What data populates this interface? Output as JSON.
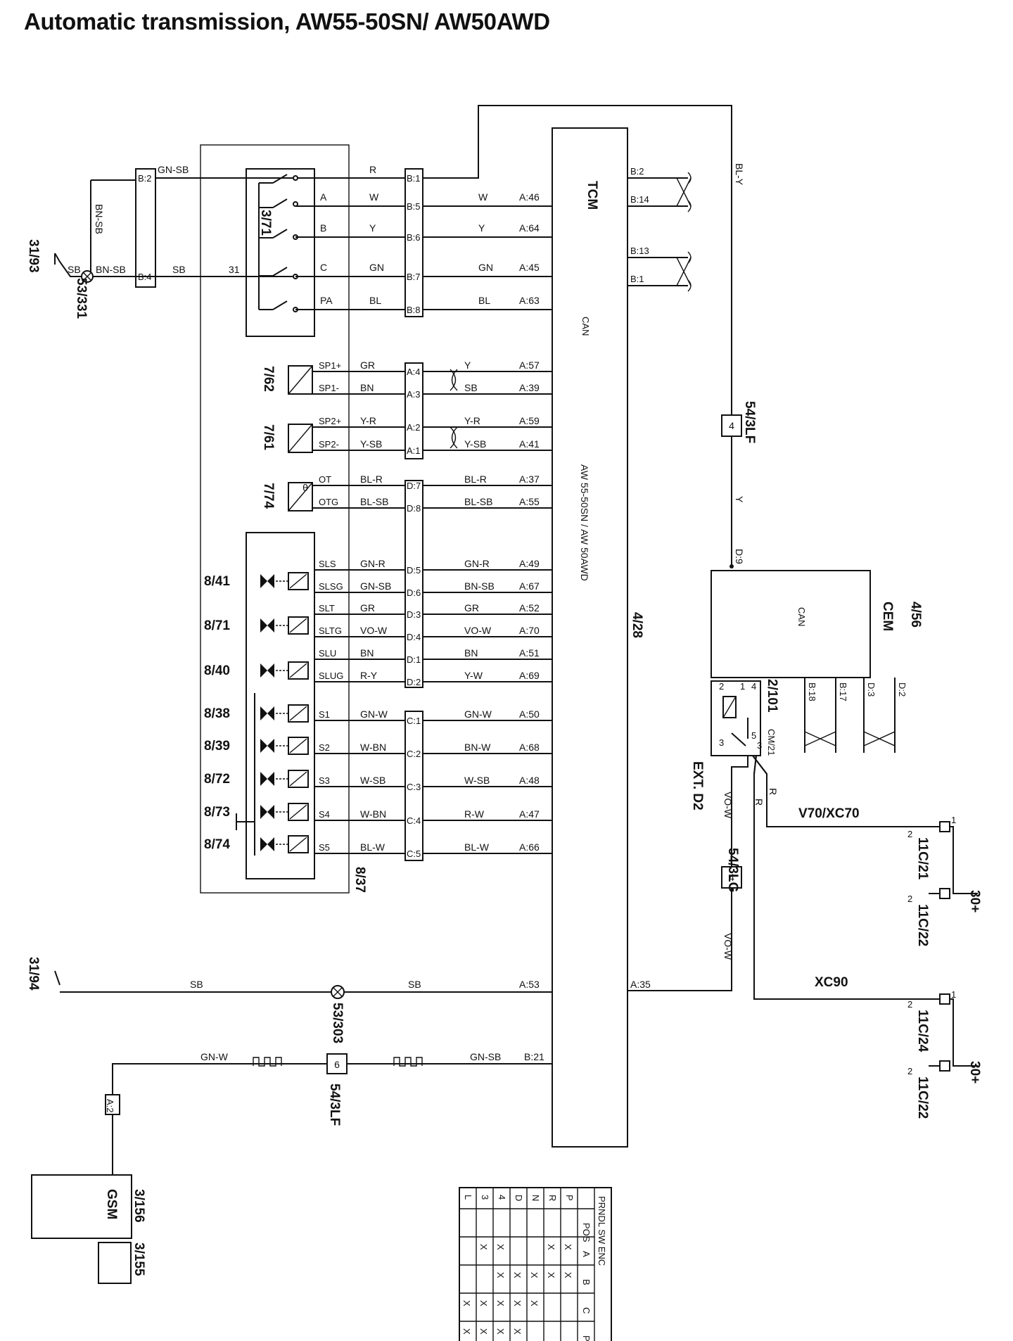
{
  "title": "Automatic transmission, AW55-50SN/ AW50AWD",
  "components": {
    "tcm": {
      "name": "TCM",
      "ref": "4/28",
      "desc": "AW 55-50SN / AW 50AWD",
      "can": "CAN"
    },
    "cem": {
      "name": "CEM",
      "ref": "4/56",
      "can": "CAN"
    },
    "gsm": {
      "name": "GSM",
      "ref": "3/156",
      "ref2": "3/155"
    },
    "prndl_switch": {
      "ref": "3/71"
    },
    "solenoid_block": {
      "ref": "8/37"
    },
    "relay": {
      "ref": "2/101",
      "label": "CM/21"
    },
    "ground_a": {
      "ref": "31/93"
    },
    "ground_b": {
      "ref": "31/94"
    },
    "splice_a": {
      "ref": "53/331"
    },
    "splice_b": {
      "ref": "53/303"
    },
    "connector_a": {
      "ref": "54/3LF",
      "pin": "4"
    },
    "connector_b": {
      "ref": "54/3LF",
      "pin": "6"
    },
    "connector_c": {
      "ref": "54/3LG",
      "pin": "4"
    },
    "ext": "EXT. D2",
    "fuse_labels": [
      "11C/21",
      "11C/22",
      "11C/24",
      "11C/22"
    ],
    "variant_a": "V70/XC70",
    "variant_b": "XC90",
    "supply": "30+"
  },
  "sensors": [
    {
      "ref": "7/62",
      "pins": [
        "SP1+",
        "SP1-"
      ],
      "wires": [
        "GR",
        "BN"
      ]
    },
    {
      "ref": "7/61",
      "pins": [
        "SP2+",
        "SP2-"
      ],
      "wires": [
        "Y-R",
        "Y-SB"
      ]
    },
    {
      "ref": "7/74",
      "pins": [
        "OT",
        "OTG"
      ],
      "wires": [
        "BL-R",
        "BL-SB"
      ]
    }
  ],
  "solenoid_refs": [
    "8/41",
    "8/71",
    "8/40",
    "8/38",
    "8/39",
    "8/72",
    "8/73",
    "8/74"
  ],
  "switch_rows": [
    {
      "pin": "A",
      "wire": "W",
      "conn": "B:5",
      "wire2": "W",
      "tcm": "A:46"
    },
    {
      "pin": "B",
      "wire": "Y",
      "conn": "B:6",
      "wire2": "Y",
      "tcm": "A:64"
    },
    {
      "pin": "C",
      "wire": "GN",
      "conn": "B:7",
      "wire2": "GN",
      "tcm": "A:45"
    },
    {
      "pin": "PA",
      "wire": "BL",
      "conn": "B:8",
      "wire2": "BL",
      "tcm": "A:63"
    }
  ],
  "switch_misc": {
    "r_wire": "R",
    "conn_r": "B:1",
    "pin31": "31",
    "sb": "SB",
    "b2": "B:2",
    "b4": "B:4",
    "gnsb": "GN-SB",
    "bnsb": "BN-SB",
    "bnsb2": "BN-SB",
    "bly": "BL-Y",
    "y": "Y",
    "d9": "D:9"
  },
  "sensor_rows": [
    {
      "pin": "SP1+",
      "wire": "GR",
      "conn": "A:4",
      "wire2": "Y",
      "tcm": "A:57"
    },
    {
      "pin": "SP1-",
      "wire": "BN",
      "conn": "A:3",
      "wire2": "SB",
      "tcm": "A:39"
    },
    {
      "pin": "SP2+",
      "wire": "Y-R",
      "conn": "A:2",
      "wire2": "Y-R",
      "tcm": "A:59"
    },
    {
      "pin": "SP2-",
      "wire": "Y-SB",
      "conn": "A:1",
      "wire2": "Y-SB",
      "tcm": "A:41"
    },
    {
      "pin": "OT",
      "wire": "BL-R",
      "conn": "D:7",
      "wire2": "BL-R",
      "tcm": "A:37"
    },
    {
      "pin": "OTG",
      "wire": "BL-SB",
      "conn": "D:8",
      "wire2": "BL-SB",
      "tcm": "A:55"
    }
  ],
  "solenoid_rows": [
    {
      "pin": "SLS",
      "wire": "GN-R",
      "conn": "D:5",
      "wire2": "GN-R",
      "tcm": "A:49"
    },
    {
      "pin": "SLSG",
      "wire": "GN-SB",
      "conn": "D:6",
      "wire2": "BN-SB",
      "tcm": "A:67"
    },
    {
      "pin": "SLT",
      "wire": "GR",
      "conn": "D:3",
      "wire2": "GR",
      "tcm": "A:52"
    },
    {
      "pin": "SLTG",
      "wire": "VO-W",
      "conn": "D:4",
      "wire2": "VO-W",
      "tcm": "A:70"
    },
    {
      "pin": "SLU",
      "wire": "BN",
      "conn": "D:1",
      "wire2": "BN",
      "tcm": "A:51"
    },
    {
      "pin": "SLUG",
      "wire": "R-Y",
      "conn": "D:2",
      "wire2": "Y-W",
      "tcm": "A:69"
    },
    {
      "pin": "S1",
      "wire": "GN-W",
      "conn": "C:1",
      "wire2": "GN-W",
      "tcm": "A:50"
    },
    {
      "pin": "S2",
      "wire": "W-BN",
      "conn": "C:2",
      "wire2": "BN-W",
      "tcm": "A:68"
    },
    {
      "pin": "S3",
      "wire": "W-SB",
      "conn": "C:3",
      "wire2": "W-SB",
      "tcm": "A:48"
    },
    {
      "pin": "S4",
      "wire": "W-BN",
      "conn": "C:4",
      "wire2": "R-W",
      "tcm": "A:47"
    },
    {
      "pin": "S5",
      "wire": "BL-W",
      "conn": "C:5",
      "wire2": "BL-W",
      "tcm": "A:66"
    }
  ],
  "can_pins": [
    "B:2",
    "B:14",
    "B:13",
    "B:1"
  ],
  "cem_pins": [
    "B:18",
    "B:17",
    "D:3",
    "D:2"
  ],
  "relay_pins": [
    "2",
    "1",
    "4",
    "3",
    "5",
    "3"
  ],
  "ext_wires": {
    "r1": "R",
    "r2": "R",
    "vow1": "VO-W",
    "vow2": "VO-W",
    "a35": "A:35"
  },
  "ground_row": {
    "sb1": "SB",
    "sb2": "SB",
    "tcm": "A:53"
  },
  "gsm_row": {
    "wire1": "GN-W",
    "wire2": "GN-SB",
    "tcm": "B:21",
    "gsm_pin": "A:2"
  },
  "fuse_pins": [
    "2",
    "1",
    "2",
    "2",
    "1",
    "2"
  ],
  "prndl_table": {
    "header": "PRNDL SW ENC",
    "columns": [
      "POS",
      "A",
      "B",
      "C",
      "PA"
    ],
    "rows": [
      {
        "pos": "P",
        "cells": [
          "X",
          "X",
          "",
          ""
        ]
      },
      {
        "pos": "R",
        "cells": [
          "X",
          "X",
          "",
          ""
        ]
      },
      {
        "pos": "N",
        "cells": [
          "",
          "X",
          "X",
          ""
        ]
      },
      {
        "pos": "D",
        "cells": [
          "",
          "X",
          "X",
          "X"
        ]
      },
      {
        "pos": "4",
        "cells": [
          "X",
          "X",
          "X",
          "X"
        ]
      },
      {
        "pos": "3",
        "cells": [
          "X",
          "",
          "X",
          "X"
        ]
      },
      {
        "pos": "L",
        "cells": [
          "",
          "",
          "X",
          "X"
        ]
      }
    ]
  }
}
